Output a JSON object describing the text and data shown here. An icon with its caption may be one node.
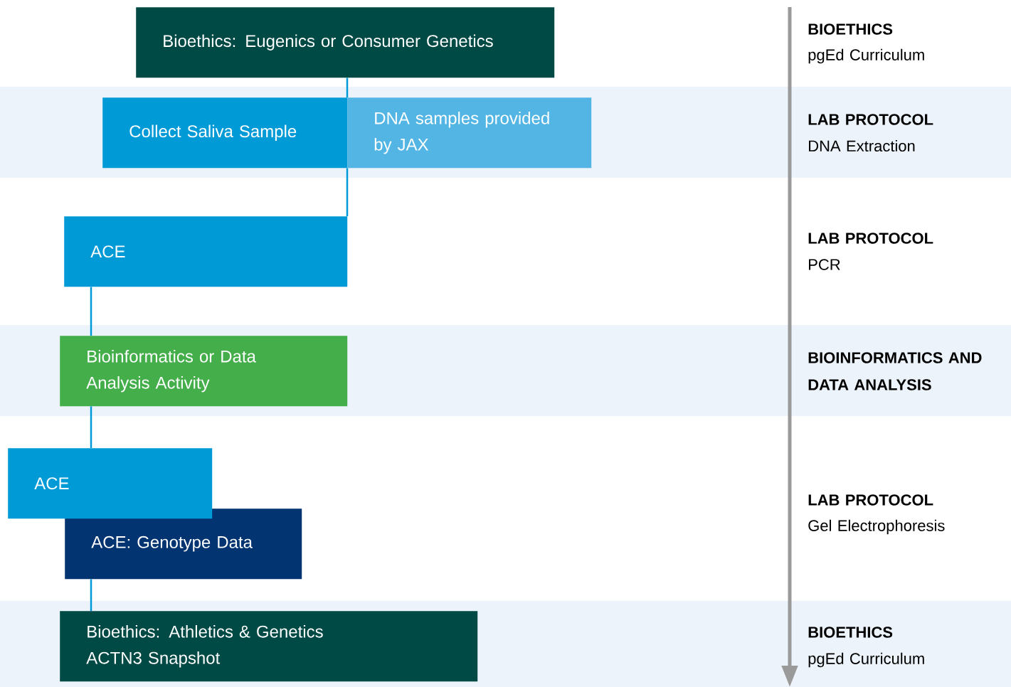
{
  "diagram": {
    "nodes": [
      {
        "text": [
          "Bioethics: Eugenics or Consumer Genetics"
        ]
      },
      {
        "text": [
          "Collect Saliva Sample"
        ]
      },
      {
        "text": [
          "DNA samples provided by JAX"
        ]
      },
      {
        "text": [
          "ACE"
        ]
      },
      {
        "text": [
          "Bioinformatics or Data Analysis Activity"
        ]
      },
      {
        "text": [
          "ACE"
        ]
      },
      {
        "text": [
          "ACE: Genotype Data"
        ]
      },
      {
        "text": [
          "Bioethics: Athletics & Genetics",
          "ACTN3 Snapshot"
        ]
      }
    ],
    "edges": [
      {
        "from": 0,
        "to": 1,
        "arrow": "none"
      },
      {
        "from": 1,
        "to": 3,
        "arrow": "none"
      },
      {
        "from": 3,
        "to": 4,
        "arrow": "none"
      },
      {
        "from": 4,
        "to": 5,
        "arrow": "none"
      },
      {
        "from": 6,
        "to": 7,
        "arrow": "none"
      }
    ],
    "labels": [
      "BIOETHICS",
      "pgEd Curriculum",
      "LAB PROTOCOL",
      "DNA Extraction",
      "LAB PROTOCOL",
      "PCR",
      "BIOINFORMATICS AND DATA ANALYSIS",
      "LAB PROTOCOL",
      "Gel Electrophoresis",
      "BIOETHICS",
      "pgEd Curriculum"
    ]
  }
}
